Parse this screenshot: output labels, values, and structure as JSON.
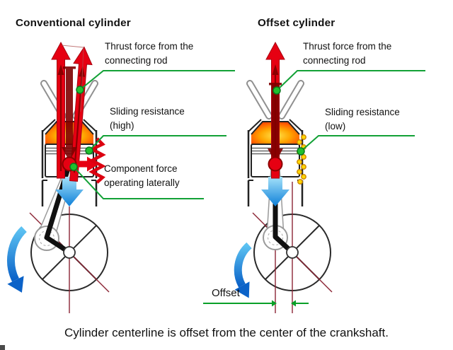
{
  "headings": {
    "left": "Conventional cylinder",
    "right": "Offset cylinder"
  },
  "labels": {
    "left_thrust_line1": "Thrust force from the",
    "left_thrust_line2": "connecting rod",
    "left_sliding_line1": "Sliding resistance",
    "left_sliding_line2": "(high)",
    "left_component_line1": "Component force",
    "left_component_line2": "operating laterally",
    "right_thrust_line1": "Thrust force from the",
    "right_thrust_line2": "connecting rod",
    "right_sliding_line1": "Sliding resistance",
    "right_sliding_line2": "(low)",
    "offset": "Offset"
  },
  "caption": "Cylinder centerline is offset from the center of the crankshaft.",
  "colors": {
    "thrust_red": "#e60012",
    "force_dark_red": "#7e0000",
    "callout_green": "#12a136",
    "dot_green": "#1fc12e",
    "dimension_green": "#0aa028",
    "rotation_blue": "#1e8fe0",
    "friction_yellow": "#ffd800",
    "centerline_maroon": "#8b2535",
    "combustion_orange": "#ff7a00"
  },
  "icons": {
    "friction_high": "red-zigzag-icon",
    "friction_low": "yellow-dotted-chain-icon",
    "rotation": "curved-blue-arrow-icon",
    "callout_marker": "green-dot-icon"
  }
}
